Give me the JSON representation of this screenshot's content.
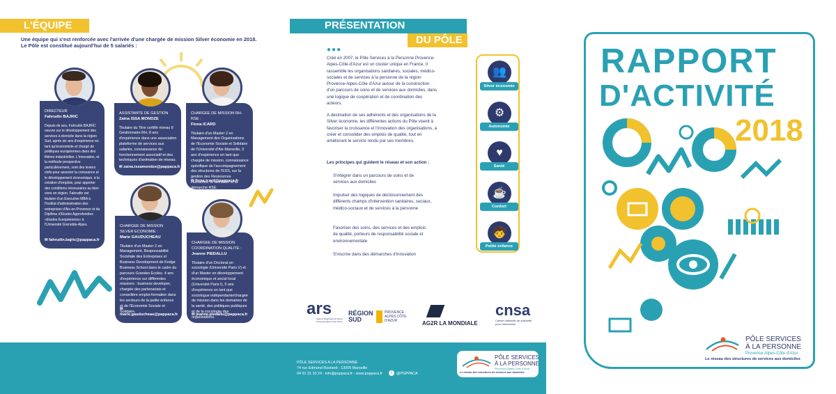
{
  "team": {
    "title": "L'ÉQUIPE",
    "intro1": "Une équipe qui s'est renforcée avec l'arrivée d'une chargée de mission Silver économie en 2018.",
    "intro2": "Le Pôle est constitué aujourd'hui de 5 salariés :",
    "members": [
      {
        "role": "DIRECTEUR",
        "name": "Fahrudin BAJRIC",
        "bio": "Depuis de ans, Fahrudin BAJRIC oeuvre sur le développement des services à domicile dans la région Sud, après six ans d'expérience en tant qu'économiste et chargé de politiques européennes dans des filières industrielles. L'innovation, et la méthode prospective particulièrement, sont des leviers clefs pour associer la croissance et le développement économique, à la création d'emplois, pour apporter des conditions nécessaires au bien vivre en région. Fahrudin est titulaire d'un Executive MBA à l'Institut d'administration des entreprises d'Aix-en-Provence et du Diplôme d'Etudes Approfondies «Etudes Européennes» à l'Université Grenoble-Alpes.",
        "email": "fahrudin.bajric@pappaca.fr"
      },
      {
        "role": "ASSISTANTE DE GESTION",
        "name": "Zaïna ISSA MONDZE",
        "bio": "Titulaire du Titre certifié niveau II Gestionnaire RH, 8 ans d'expérience dans une association plateforme de services aux salariés, connaissance du fonctionnement associatif et des techniques d'animation de réseau.",
        "email": "zaina.issamondze@pappaca.fr"
      },
      {
        "role": "CHARGEE DE MISSION RH-RSE :",
        "name": "Fiona ICARD",
        "bio": "Titulaire d'un Master 2 en Management des Organisations de l'Economie Sociale et Solidaire de l'Université d'Aix-Marseille, 3 ans d'expérience en tant que chargée de mission, connaissance spécifique de l'accompagnement des structures de l'ESS, sur la gestion des Ressources Humaines, la formation et la démarche RSE.",
        "email": "fiona.icard@pappaca.fr"
      },
      {
        "role": "CHARGEE DE MISSION SILVER ECONOMIE :",
        "name": "Marie GAUDUCHEAU",
        "bio": "Titulaire d'un Master 2 en Management, Responsabilité Sociétale des Entreprises et Business Development de Kedge Business School dans le cadre du parcours Grandes Ecoles. 4 ans d'expérience sur différentes missions : business developer, chargée des partenariats et conseillère emploi-formation dans les secteurs de la petite enfance et de l'Economie Sociale et Solidaire.",
        "email": "marie.gauducheau@pappaca.fr"
      },
      {
        "role": "CHARGEE DE MISSION COORDINATION QUALITE :",
        "name": "Jeanne PIEDALLU",
        "bio": "Titulaire d'un Doctorat en sociologie (Université Paris V) et d'un Master en développement économique et social local (Université Paris I), 5 ans d'expérience en tant que sociologue indépendante/chargée de mission dans les domaines de la santé, des politiques publiques et de la sociologie des organisations.",
        "email": "jeanne.piedallu@pappaca.fr"
      }
    ]
  },
  "presentation": {
    "title": "PRÉSENTATION",
    "subtitle": "DU PÔLE",
    "p1": "Créé en 2007, le Pôle Services à la Personne Provence-Alpes-Côte-d'Azur est un cluster unique en France. Il rassemble les organisations sanitaires, sociales, médico-sociales et de services à la personne de la région Provence-Alpes-Côte d'Azur autour de la construction d'un parcours de soins et de services aux domiciles, dans une logique de coopération et de coordination des acteurs.",
    "p2": "A destination de ses adhérents et des organisations de la Silver économie, les différentes actions du Pôle visent à favoriser la croissance et l'innovation des organisations, à créer et consolider des emplois de qualité, tout en améliorant le service rendu par ses membres.",
    "principles_title": "Les principes qui guident le réseau et son action :",
    "bullets": [
      "S'intégrer dans un parcours de soins et de services aux domiciles",
      "Impulser des logiques de décloisonnement des différents champs d'intervention sanitaires, sociaux, médico-sociaux et de services à la personne",
      "Favoriser des soins, des services et des emplois de qualité, porteurs de responsabilité sociale et environnementale",
      "S'inscrire dans des démarches d'innovation"
    ]
  },
  "domains": [
    {
      "label": "Silver économie",
      "icon": "group-icon"
    },
    {
      "label": "Autonomie",
      "icon": "gear-icon"
    },
    {
      "label": "Santé",
      "icon": "heart-icon"
    },
    {
      "label": "Confort",
      "icon": "cup-icon"
    },
    {
      "label": "Petite enfance",
      "icon": "child-icon"
    }
  ],
  "partners": [
    {
      "name": "ars",
      "sub": "Agence Régionale de Santé Provence-Alpes Côte d'Azur"
    },
    {
      "name": "RÉGION SUD",
      "sub": "PROVENCE ALPES CÔTE D'AZUR"
    },
    {
      "name": "AG2R LA MONDIALE",
      "sub": ""
    },
    {
      "name": "cnsa",
      "sub": "Caisse nationale de solidarité pour l'autonomie"
    }
  ],
  "footer": {
    "org": "PÔLE SERVICES A LA PERSONNE",
    "address": "74 rue Edmond Rostand - 13006 Marseille",
    "contact": "04 91 31 10 24 - info@psppaca.fr - www.psppaca.fr",
    "twitter": "@PSPPACA",
    "logo_line1": "PÔLE SERVICES",
    "logo_line2": "À LA PERSONNE",
    "logo_region": "Provence-Alpes-Côte d'Azur",
    "logo_tagline": "Le réseau des structures de services aux domiciles"
  },
  "cover": {
    "title1": "RAPPORT",
    "title2": "D'ACTIVITÉ",
    "year": "2018",
    "logo_line1": "PÔLE SERVICES",
    "logo_line2": "À LA PERSONNE",
    "logo_region": "Provence-Alpes-Côte d'Azur",
    "logo_tagline": "Le réseau des structures de services aux domiciles"
  },
  "colors": {
    "teal": "#2aa1b3",
    "navy": "#2e3a6e",
    "yellow": "#f2c12e"
  }
}
